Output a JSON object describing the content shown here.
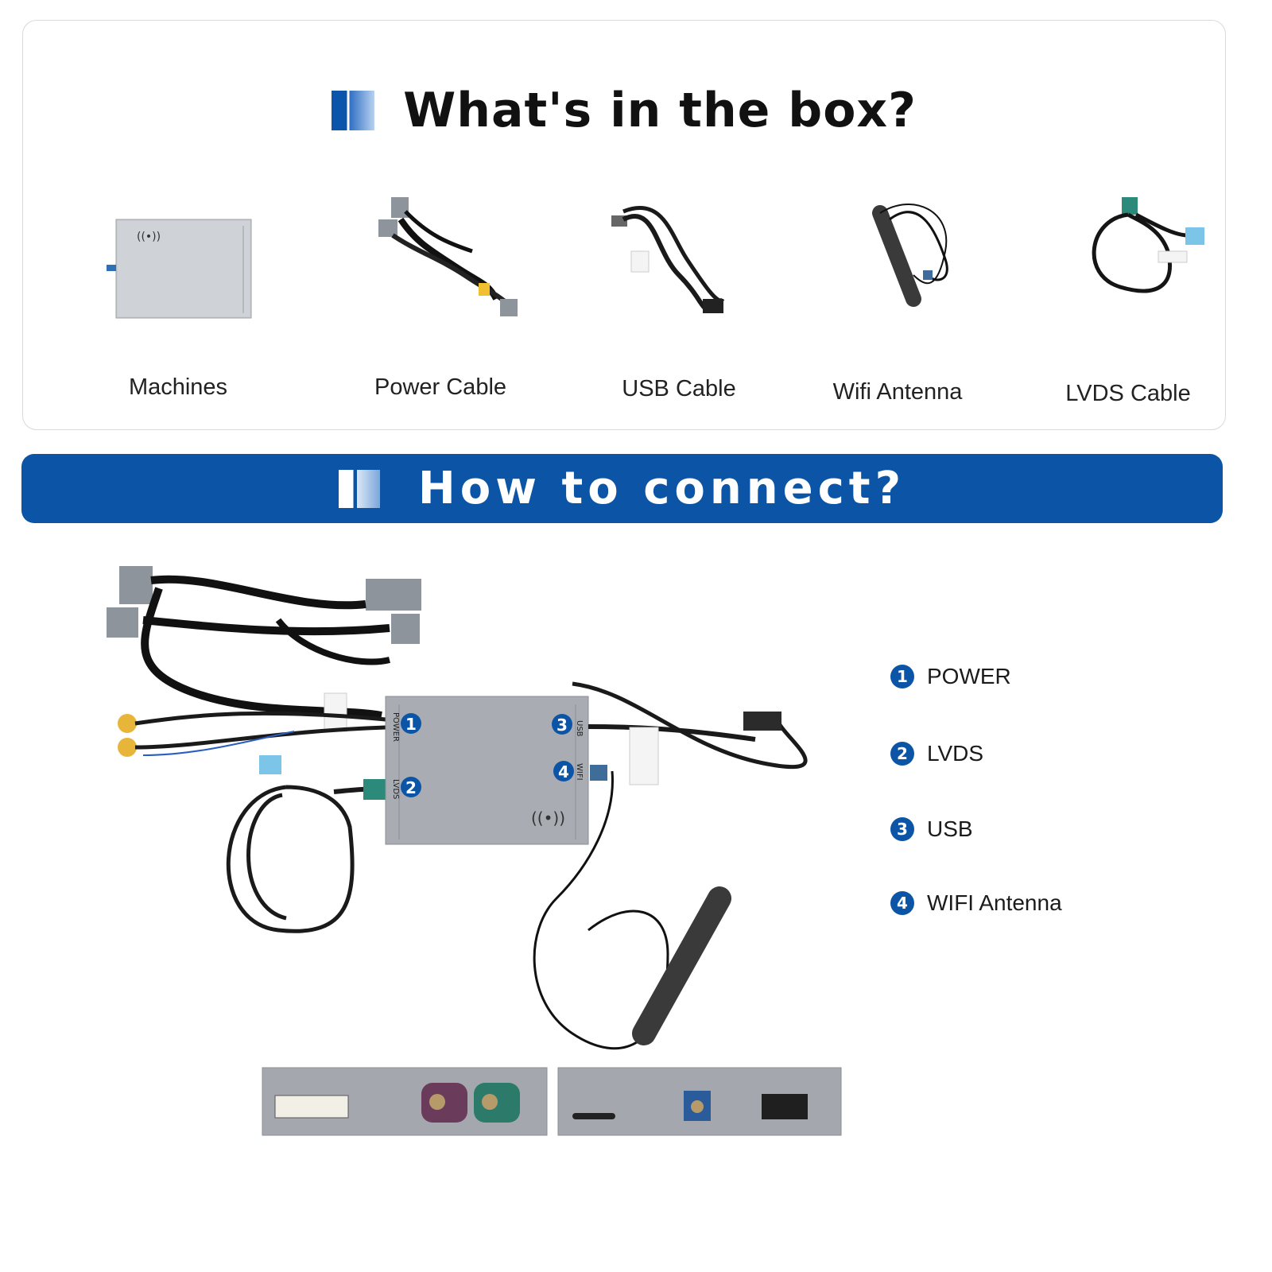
{
  "box_section": {
    "title": "What's in the box?",
    "items": [
      {
        "label": "Machines"
      },
      {
        "label": "Power Cable"
      },
      {
        "label": "USB Cable"
      },
      {
        "label": "Wifi Antenna"
      },
      {
        "label": "LVDS Cable"
      }
    ]
  },
  "connect_section": {
    "title": "How to connect?",
    "box_port_labels": {
      "power": "POWER",
      "lvds": "LVDS",
      "usb": "USB",
      "wifi": "WIFI"
    },
    "badges": [
      "1",
      "2",
      "3",
      "4"
    ],
    "legend": [
      {
        "num": "1",
        "label": "POWER"
      },
      {
        "num": "2",
        "label": "LVDS"
      },
      {
        "num": "3",
        "label": "USB"
      },
      {
        "num": "4",
        "label": "WIFI Antenna"
      }
    ]
  },
  "colors": {
    "brand_blue": "#0c55a6",
    "device_grey": "#a9adb3"
  },
  "icons": [
    "wireless-signal-icon",
    "title-mark-icon"
  ]
}
